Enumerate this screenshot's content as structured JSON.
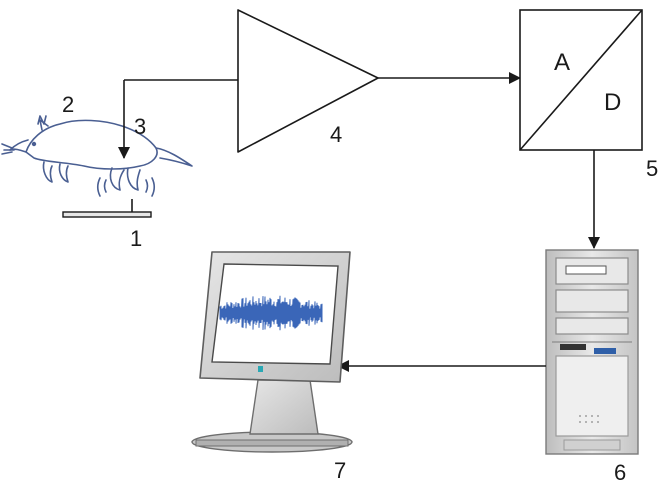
{
  "labels": {
    "stage_1": "1",
    "stage_2": "2",
    "stage_3": "3",
    "stage_4": "4",
    "stage_5": "5",
    "stage_6": "6",
    "stage_7": "7",
    "adc_top": "A",
    "adc_bottom": "D"
  },
  "icons": {
    "animal": "rat-icon",
    "amplifier": "amplifier-triangle-icon",
    "converter": "analog-digital-converter-icon",
    "computer": "computer-tower-icon",
    "monitor": "monitor-icon"
  },
  "colors": {
    "line": "#1a1a1a",
    "rat_outline": "#4a5f92",
    "waveform": "#3a66b8",
    "device_gray": "#d8d8d8",
    "device_dark": "#8c8c8c"
  }
}
